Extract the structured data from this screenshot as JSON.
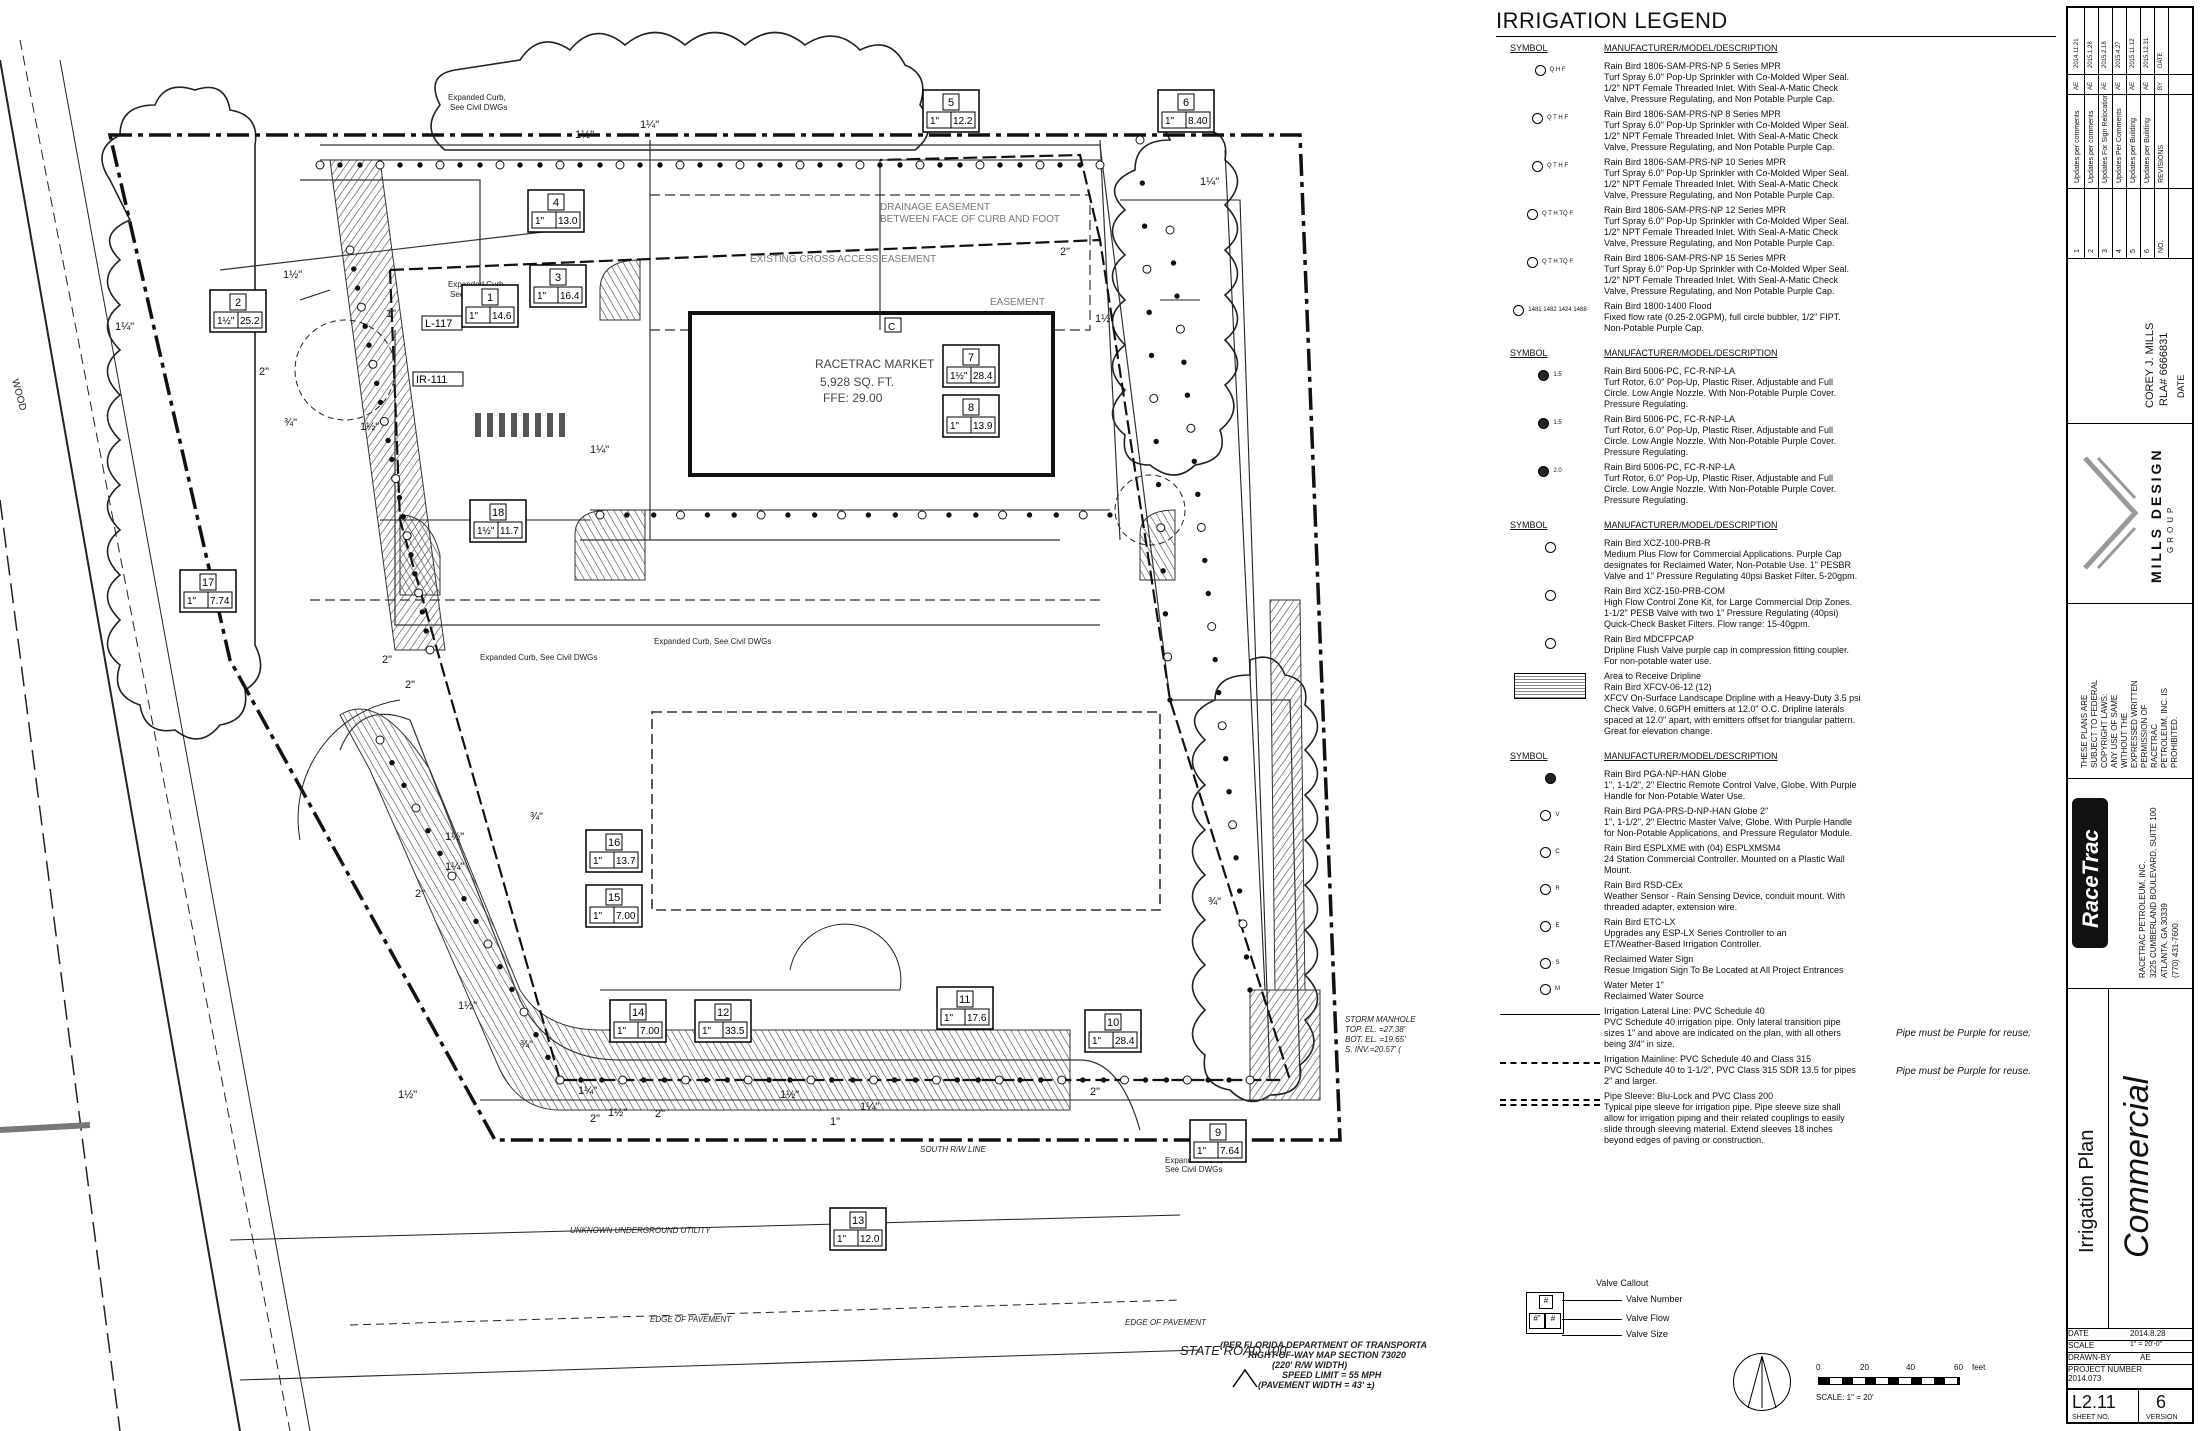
{
  "legend": {
    "title": "IRRIGATION LEGEND",
    "symbol_header": "SYMBOL",
    "desc_header": "MANUFACTURER/MODEL/DESCRIPTION",
    "groups": [
      {
        "items": [
          {
            "name": "Rain Bird 1806-SAM-PRS-NP 5 Series MPR",
            "lines": [
              "Turf Spray 6.0\" Pop-Up Sprinkler with Co-Molded Wiper Seal.",
              "1/2\" NPT Female Threaded Inlet. With Seal-A-Matic Check",
              "Valve, Pressure Regulating, and Non Potable Purple Cap."
            ],
            "sym": "Q H F"
          },
          {
            "name": "Rain Bird 1806-SAM-PRS-NP 8 Series MPR",
            "lines": [
              "Turf Spray 6.0\" Pop-Up Sprinkler with Co-Molded Wiper Seal.",
              "1/2\" NPT Female Threaded Inlet. With Seal-A-Matic Check",
              "Valve, Pressure Regulating, and Non Potable Purple Cap."
            ],
            "sym": "Q T H F"
          },
          {
            "name": "Rain Bird 1806-SAM-PRS-NP 10 Series MPR",
            "lines": [
              "Turf Spray 6.0\" Pop-Up Sprinkler with Co-Molded Wiper Seal.",
              "1/2\" NPT Female Threaded Inlet. With Seal-A-Matic Check",
              "Valve, Pressure Regulating, and Non Potable Purple Cap."
            ],
            "sym": "Q T H F"
          },
          {
            "name": "Rain Bird 1806-SAM-PRS-NP 12 Series MPR",
            "lines": [
              "Turf Spray 6.0\" Pop-Up Sprinkler with Co-Molded Wiper Seal.",
              "1/2\" NPT Female Threaded Inlet. With Seal-A-Matic Check",
              "Valve, Pressure Regulating, and Non Potable Purple Cap."
            ],
            "sym": "Q T H TQ F"
          },
          {
            "name": "Rain Bird 1806-SAM-PRS-NP 15 Series MPR",
            "lines": [
              "Turf Spray 6.0\" Pop-Up Sprinkler with Co-Molded Wiper Seal.",
              "1/2\" NPT Female Threaded Inlet. With Seal-A-Matic Check",
              "Valve, Pressure Regulating, and Non Potable Purple Cap."
            ],
            "sym": "Q T H TQ F"
          },
          {
            "name": "Rain Bird 1800-1400 Flood",
            "lines": [
              "Fixed flow rate (0.25-2.0GPM), full circle bubbler, 1/2\" FIPT.",
              "Non-Potable Purple Cap."
            ],
            "sym": "1481 1482 1424 1488"
          }
        ]
      },
      {
        "items": [
          {
            "name": "Rain Bird 5006-PC, FC-R-NP-LA",
            "lines": [
              "Turf Rotor, 6.0\" Pop-Up, Plastic Riser,  Adjustable and Full",
              "Circle. Low Angle Nozzle.  With Non-Potable Purple Cover.",
              "Pressure Regulating."
            ],
            "sym": "1.5"
          },
          {
            "name": "Rain Bird 5006-PC, FC-R-NP-LA",
            "lines": [
              "Turf Rotor, 6.0\" Pop-Up, Plastic Riser,  Adjustable and Full",
              "Circle. Low Angle Nozzle.  With Non-Potable Purple Cover.",
              "Pressure Regulating."
            ],
            "sym": "1.5"
          },
          {
            "name": "Rain Bird 5006-PC, FC-R-NP-LA",
            "lines": [
              "Turf Rotor, 6.0\" Pop-Up, Plastic Riser,  Adjustable and Full",
              "Circle. Low Angle Nozzle.  With Non-Potable Purple Cover.",
              "Pressure Regulating."
            ],
            "sym": "2.0"
          }
        ]
      },
      {
        "items": [
          {
            "name": "Rain Bird XCZ-100-PRB-R",
            "lines": [
              "Medium Plus Flow for Commercial Applications. Purple Cap",
              "designates for Reclaimed Water, Non-Potable Use.  1\" PESBR",
              "Valve and 1\" Pressure Regulating 40psi Basket Filter. 5-20gpm."
            ],
            "sym": ""
          },
          {
            "name": "Rain Bird XCZ-150-PRB-COM",
            "lines": [
              "High Flow Control Zone Kit, for Large Commercial Drip Zones.",
              "1-1/2\" PESB Valve with two 1\" Pressure Regulating (40psi)",
              "Quick-Check Basket Filters. Flow range: 15-40gpm."
            ],
            "sym": ""
          },
          {
            "name": "Rain Bird MDCFPCAP",
            "lines": [
              "Dripline Flush Valve purple cap in compression fitting coupler.",
              "For non-potable water use."
            ],
            "sym": ""
          },
          {
            "name": "Area to Receive Dripline",
            "lines": [
              "Rain Bird XFCV-06-12 (12)",
              "XFCV On-Surface Landscape Dripline with a Heavy-Duty 3.5 psi",
              "Check Valve.  0.6GPH emitters at 12.0\" O.C. Dripline laterals",
              "spaced at 12.0\" apart, with emitters offset for triangular pattern.",
              "Great for elevation change."
            ],
            "sym": ""
          }
        ]
      },
      {
        "items": [
          {
            "name": "Rain Bird PGA-NP-HAN Globe",
            "lines": [
              "1\", 1-1/2\", 2\" Electric Remote Control Valve, Globe.  With Purple",
              "Handle for Non-Potable Water Use."
            ],
            "sym": ""
          },
          {
            "name": "Rain Bird PGA-PRS-D-NP-HAN Globe 2\"",
            "lines": [
              "1\", 1-1/2\", 2\" Electric Master Valve, Globe. With Purple Handle",
              "for Non-Potable Applications, and Pressure Regulator Module."
            ],
            "sym": "V"
          },
          {
            "name": "Rain Bird ESPLXME with (04) ESPLXMSM4",
            "lines": [
              "24 Station Commercial Controller.  Mounted on a Plastic Wall",
              "Mount."
            ],
            "sym": "C"
          },
          {
            "name": "Rain Bird RSD-CEx",
            "lines": [
              "Weather Sensor - Rain Sensing Device, conduit mount.  With",
              "threaded adapter, extension wire."
            ],
            "sym": "R"
          },
          {
            "name": "Rain Bird ETC-LX",
            "lines": [
              "Upgrades any ESP-LX Series Controller to an",
              "ET/Weather-Based Irrigation Controller."
            ],
            "sym": "E"
          },
          {
            "name": "Reclaimed Water Sign",
            "lines": [
              "Resue Irrigation Sign To Be Located at All Project Entrances"
            ],
            "sym": "S"
          },
          {
            "name": "Water Meter 1\"",
            "lines": [
              "Reclaimed Water Source"
            ],
            "sym": "M"
          },
          {
            "name": "Irrigation Lateral Line: PVC Schedule 40",
            "lines": [
              "PVC Schedule 40 irrigation pipe. Only lateral transition pipe",
              "sizes 1\" and above are indicated on the plan, with all others",
              "being 3/4\" in size."
            ],
            "sym": "lateral"
          },
          {
            "name": "Irrigation Mainline: PVC Schedule 40 and Class 315",
            "lines": [
              "PVC Schedule 40 to 1-1/2\", PVC Class 315 SDR 13.5 for pipes",
              "2\" and larger."
            ],
            "sym": "mainline"
          },
          {
            "name": "Pipe Sleeve: Blu-Lock and PVC Class 200",
            "lines": [
              "Typical pipe sleeve for irrigation pipe.  Pipe sleeve size shall",
              "allow for irrigation piping and their related couplings to easily",
              "slide through sleeving material.  Extend sleeves 18 inches",
              "beyond edges of paving or construction."
            ],
            "sym": "sleeve"
          }
        ]
      }
    ],
    "purple_note": "Pipe must be Purple for reuse.",
    "valve_callout": {
      "title": "Valve Callout",
      "number_label": "Valve Number",
      "flow_label": "Valve Flow",
      "size_label": "Valve Size",
      "number_sym": "#",
      "flow_sym": "#",
      "size_sym": "#\""
    },
    "scale": {
      "label": "SCALE: 1\" = 20'",
      "ticks": [
        "0",
        "20",
        "40",
        "60"
      ],
      "unit": "feet"
    }
  },
  "plan": {
    "building_name": "RACETRAC MARKET",
    "building_area": "5,928 SQ. FT.",
    "building_ffe": "FFE: 29.00",
    "controller_sym": "C",
    "notes": {
      "expanded_curb": "Expanded Curb,",
      "see_civil": "See Civil DWGs",
      "expanded_curb_long": "Expanded Curb, See Civil DWGs",
      "storm_manhole": "STORM MANHOLE",
      "storm_top": "TOP. EL. =27.38'",
      "storm_bot": "BOT. EL. =19.65'",
      "storm_inv": "S. INV.=20.57' (",
      "unknown_utility": "UNKNOWN UNDERGROUND UTILITY",
      "south_row": "SOUTH R/W LINE",
      "edge_pavement": "EDGE OF PAVEMENT",
      "state_road": "STATE ROAD 100",
      "fdot_1": "(PER FLORIDA DEPARTMENT OF TRANSPORTA",
      "fdot_2": "RIGHT-OF-WAY MAP SECTION 73020",
      "fdot_3": "(220' R/W WIDTH)",
      "fdot_4": "SPEED LIMIT = 55 MPH",
      "fdot_5": "(PAVEMENT WIDTH = 43' ±)",
      "drainage": "DRAINAGE EASEMENT",
      "between": "BETWEEN FACE OF CURB AND FOOT",
      "existing": "EXISTING CROSS ACCESS EASEMENT",
      "easement": "EASEMENT",
      "wood": "WOOD",
      "l117": "L-117",
      "ir111": "IR-111"
    },
    "valves": [
      {
        "num": "1",
        "size": "1\"",
        "flow": "14.6"
      },
      {
        "num": "2",
        "size": "1½\"",
        "flow": "25.2"
      },
      {
        "num": "3",
        "size": "1\"",
        "flow": "16.4"
      },
      {
        "num": "4",
        "size": "1\"",
        "flow": "13.0"
      },
      {
        "num": "5",
        "size": "1\"",
        "flow": "12.2"
      },
      {
        "num": "6",
        "size": "1\"",
        "flow": "8.40"
      },
      {
        "num": "7",
        "size": "1½\"",
        "flow": "28.4"
      },
      {
        "num": "8",
        "size": "1\"",
        "flow": "13.9"
      },
      {
        "num": "9",
        "size": "1\"",
        "flow": "7.64"
      },
      {
        "num": "10",
        "size": "1\"",
        "flow": "28.4"
      },
      {
        "num": "11",
        "size": "1\"",
        "flow": "17.6"
      },
      {
        "num": "12",
        "size": "1\"",
        "flow": "33.5"
      },
      {
        "num": "13",
        "size": "1\"",
        "flow": "12.0"
      },
      {
        "num": "14",
        "size": "1\"",
        "flow": "7.00"
      },
      {
        "num": "15",
        "size": "1\"",
        "flow": "7.00"
      },
      {
        "num": "16",
        "size": "1\"",
        "flow": "13.7"
      },
      {
        "num": "17",
        "size": "1\"",
        "flow": "7.74"
      },
      {
        "num": "18",
        "size": "1½\"",
        "flow": "11.7"
      }
    ],
    "pipe_labels": [
      "1½\"",
      "1¼\"",
      "2\"",
      "¾\"",
      "1\"",
      "2\"",
      "1¼\"",
      "1½\"",
      "2\"",
      "¾\"",
      "1½\"",
      "1¼\"",
      "2\"",
      "1½\"",
      "¾\"",
      "1¼\"",
      "2\"",
      "1½\"",
      "2\"",
      "¾\"",
      "1½\"",
      "1\"",
      "1¼\"",
      "1½\"",
      "2\"",
      "1¼\"",
      "¾\"",
      "1½\"",
      "1¼\"",
      "2\"",
      "1½\""
    ]
  },
  "title_block": {
    "dates": [
      "2014.11.21",
      "2015.1.28",
      "2015.2.18",
      "2015.4.27",
      "2015.11.12",
      "2015.12.31",
      "DATE"
    ],
    "bys": [
      "AE",
      "AE",
      "AE",
      "AE",
      "AE",
      "AE",
      "BY"
    ],
    "revisions": [
      "Updates per comments",
      "Updates per comments",
      "Updates For Sign Relocation",
      "Updates Per Comments",
      "Updates per Building",
      "Updates per Building",
      "REVISIONS"
    ],
    "rev_nums": [
      "1",
      "2",
      "3",
      "4",
      "5",
      "6",
      "NO."
    ],
    "architect": "COREY J. MILLS",
    "license": "RLA# 6666831",
    "date_label": "DATE",
    "firm": "MILLS DESIGN",
    "firm_sub": "GROUP",
    "copyright": [
      "THESE PLANS ARE",
      "SUBJECT TO FEDERAL",
      "COPYRIGHT LAWS:",
      "ANY USE OF SAME",
      "WITHOUT THE",
      "EXPRESSED WRITTEN",
      "PERMISSION OF",
      "RACETRAC",
      "PETROLEUM, INC. IS",
      "PROHIBITED."
    ],
    "client_logo": "RaceTrac",
    "client": [
      "RACETRAC PETROLEUM, INC.",
      "3225 CUMBERLAND BOULEVARD, SUITE 100",
      "ATLANTA, GA 30339",
      "(770) 431-7600"
    ],
    "sheet_title": "Irrigation Plan",
    "sheet_sub": "Commercial",
    "date_key": "DATE",
    "date_val": "2014.8.28",
    "scale_key": "SCALE",
    "scale_val": "1\" = 20'-0\"",
    "drawn_key": "DRAWN-BY",
    "drawn_val": "AE",
    "proj_key": "PROJECT NUMBER",
    "proj_val": "2014.073",
    "sheet_no": "L2.11",
    "version": "6",
    "sheet_no_key": "SHEET NO.",
    "version_key": "VERSION"
  }
}
